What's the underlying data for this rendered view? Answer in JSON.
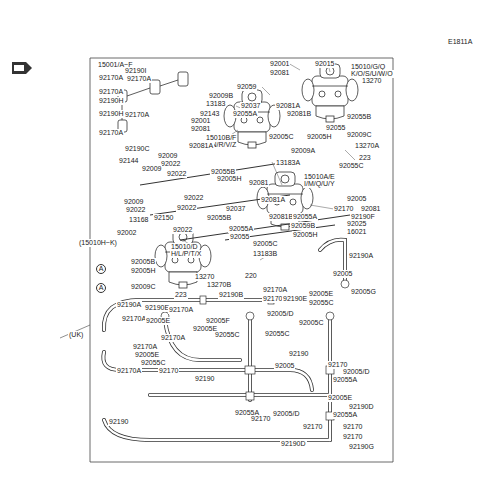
{
  "diagram": {
    "labels": [
      "E1811A",
      "15001/A~F",
      "92190I",
      "92170A",
      "92170A",
      "92170A",
      "92190H",
      "92170A",
      "92190H",
      "92170A",
      "92190C",
      "92009",
      "92144",
      "92022",
      "92009",
      "92022",
      "92001",
      "92081",
      "92015",
      "15010/G/Q",
      "K/O/S/U/W/O",
      "13270",
      "92059",
      "92009B",
      "13183",
      "92037",
      "92081A",
      "92143",
      "92055A",
      "92081B",
      "92055B",
      "92001",
      "92081",
      "15010B/F",
      "J/N/R/V/Z",
      "92055",
      "92005C",
      "92005H",
      "92009C",
      "92081A",
      "13270A",
      "92009A",
      "13183A",
      "223",
      "92055C",
      "92055B",
      "92005H",
      "92081",
      "15010A/E",
      "I/M/Q/U/Y",
      "92005",
      "92081A",
      "92009",
      "92022",
      "92022",
      "92022",
      "13168",
      "92150",
      "92022",
      "92037",
      "92081B",
      "92055B",
      "92055A",
      "92170",
      "92081",
      "92190F",
      "92025",
      "16021",
      "92055A",
      "92055",
      "92059B",
      "92005H",
      "92005C",
      "92002",
      "(15010H~K)",
      "15010/D",
      "H/L/P/T/X",
      "13183B",
      "92005B",
      "92005H",
      "92190A",
      "A",
      "13270",
      "92009C",
      "A",
      "13270B",
      "220",
      "92005",
      "92170A",
      "92005G",
      "223",
      "92190B",
      "92170A",
      "92005E",
      "92190E",
      "92055C",
      "92190A",
      "92190E",
      "92170A",
      "92005F",
      "92170A",
      "92005/D",
      "92005E",
      "92005C",
      "92005E",
      "92055C",
      "92055C",
      "(UK)",
      "92170A",
      "92170A",
      "92005E",
      "92055C",
      "92190",
      "92005",
      "92170",
      "92005/D",
      "92170",
      "92170A",
      "92190",
      "92055A",
      "92005E",
      "92190D",
      "92055A",
      "92005/D",
      "92055A",
      "92190",
      "92170",
      "92170",
      "92170",
      "92190D",
      "92170",
      "92190G"
    ]
  }
}
